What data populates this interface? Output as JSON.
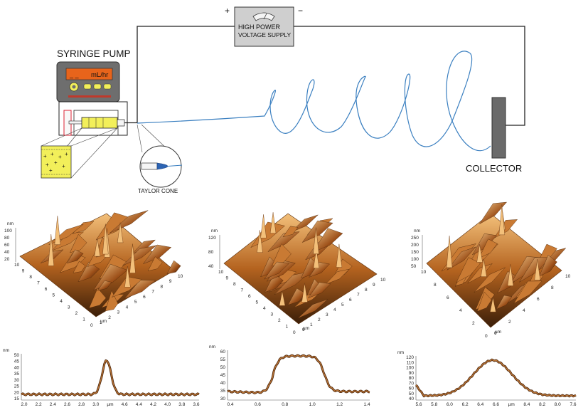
{
  "setup": {
    "polarity_plus": "+",
    "polarity_minus": "−",
    "supply_label_line1": "HIGH  POWER",
    "supply_label_line2": "VOLTAGE SUPPLY",
    "pump_title": "SYRINGE PUMP",
    "pump_display_dash": "_ _",
    "pump_display_unit": "mL/hr",
    "taylor_cone_label": "TAYLOR CONE",
    "collector_label": "COLLECTOR",
    "charge_symbol": "+"
  },
  "afm_3d": [
    {
      "unit": "nm",
      "z_ticks": [
        "100",
        "80",
        "60",
        "40",
        "20"
      ],
      "um_label": "µm",
      "left_ticks": [
        "10",
        "9",
        "8",
        "7",
        "6",
        "5",
        "4",
        "3",
        "2",
        "1",
        "0"
      ],
      "right_ticks": [
        "1",
        "2",
        "3",
        "4",
        "5",
        "6",
        "7",
        "8",
        "9",
        "10"
      ]
    },
    {
      "unit": "nm",
      "z_ticks": [
        "120",
        "80",
        "40"
      ],
      "um_label": "µm",
      "left_ticks": [
        "10",
        "9",
        "8",
        "7",
        "6",
        "5",
        "4",
        "3",
        "2",
        "1",
        "0"
      ],
      "right_ticks": [
        "0",
        "1",
        "2",
        "3",
        "4",
        "5",
        "6",
        "7",
        "8",
        "9",
        "10"
      ]
    },
    {
      "unit": "nm",
      "z_ticks": [
        "250",
        "200",
        "150",
        "100",
        "50"
      ],
      "um_label": "µm",
      "left_ticks": [
        "10",
        "8",
        "6",
        "4",
        "2",
        "0"
      ],
      "right_ticks": [
        "0",
        "2",
        "4",
        "6",
        "8",
        "10"
      ]
    }
  ],
  "profiles": [
    {
      "unit": "nm",
      "x_unit": "µm",
      "y_ticks": [
        "50",
        "45",
        "40",
        "35",
        "30",
        "25",
        "20",
        "15"
      ],
      "x_ticks": [
        "2.0",
        "2.2",
        "2.4",
        "2.6",
        "2.8",
        "3.0",
        "µm",
        "4.6",
        "4.4",
        "4.2",
        "4.0",
        "3.8",
        "3.6"
      ]
    },
    {
      "unit": "nm",
      "x_unit": "µm",
      "y_ticks": [
        "60",
        "55",
        "50",
        "45",
        "40",
        "35",
        "30"
      ],
      "x_ticks": [
        "0.4",
        "0.6",
        "0.8",
        "1.0",
        "1.2",
        "1.4"
      ]
    },
    {
      "unit": "nm",
      "x_unit": "µm",
      "y_ticks": [
        "120",
        "110",
        "100",
        "90",
        "80",
        "70",
        "60",
        "50",
        "40"
      ],
      "x_ticks": [
        "5.6",
        "5.8",
        "6.0",
        "6.2",
        "6.4",
        "6.6",
        "µm",
        "8.4",
        "8.2",
        "8.0",
        "7.6"
      ]
    }
  ],
  "colors": {
    "fiber": "#3a7fc0",
    "wire": "#222222",
    "supply_box": "#cfcfcf",
    "pump_body": "#6e6e6e",
    "display": "#e8641b",
    "barrel_fill": "#f2ef5a",
    "collector": "#6a6a6a",
    "afm_brown": "#a9571c",
    "afm_light": "#f0b46a",
    "profile_line": "#8a4514"
  }
}
